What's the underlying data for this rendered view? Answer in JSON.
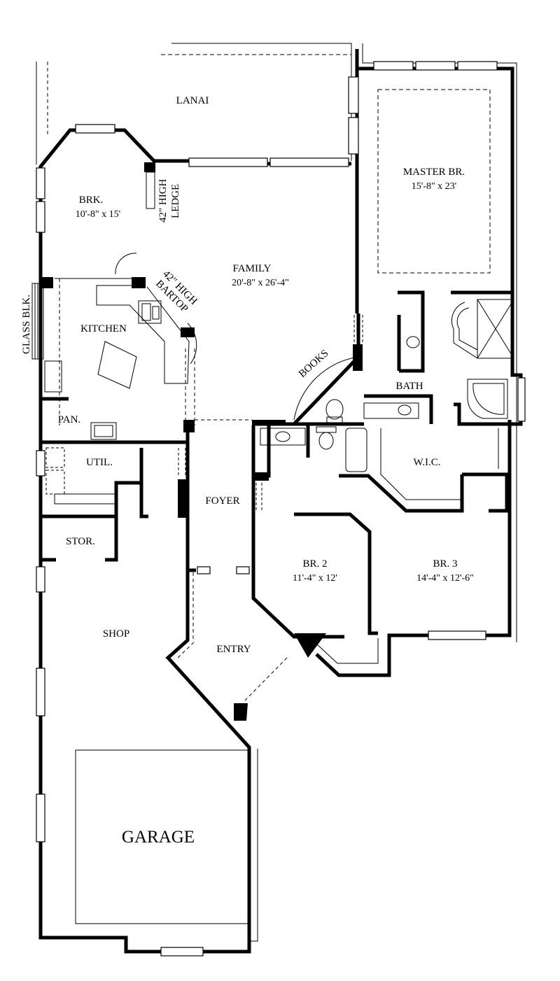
{
  "rooms": {
    "lanai": {
      "name": "LANAI"
    },
    "master": {
      "name": "MASTER BR.",
      "dims": "15'-8\" x 23'"
    },
    "brk": {
      "name": "BRK.",
      "dims": "10'-8\" x 15'"
    },
    "family": {
      "name": "FAMILY",
      "dims": "20'-8\" x 26'-4\""
    },
    "kitchen": {
      "name": "KITCHEN"
    },
    "bath": {
      "name": "BATH"
    },
    "pan": {
      "name": "PAN."
    },
    "util": {
      "name": "UTIL."
    },
    "wic": {
      "name": "W.I.C."
    },
    "foyer": {
      "name": "FOYER"
    },
    "stor": {
      "name": "STOR."
    },
    "br2": {
      "name": "BR. 2",
      "dims": "11'-4\" x 12'"
    },
    "br3": {
      "name": "BR. 3",
      "dims": "14'-4\" x 12'-6\""
    },
    "shop": {
      "name": "SHOP"
    },
    "entry": {
      "name": "ENTRY"
    },
    "garage": {
      "name": "GARAGE"
    }
  },
  "annotations": {
    "ledge_1": "42\" HIGH",
    "ledge_2": "LEDGE",
    "bartop_1": "42\" HIGH",
    "bartop_2": "BARTOP",
    "books": "BOOKS",
    "glass_blk": "GLASS BLK."
  }
}
